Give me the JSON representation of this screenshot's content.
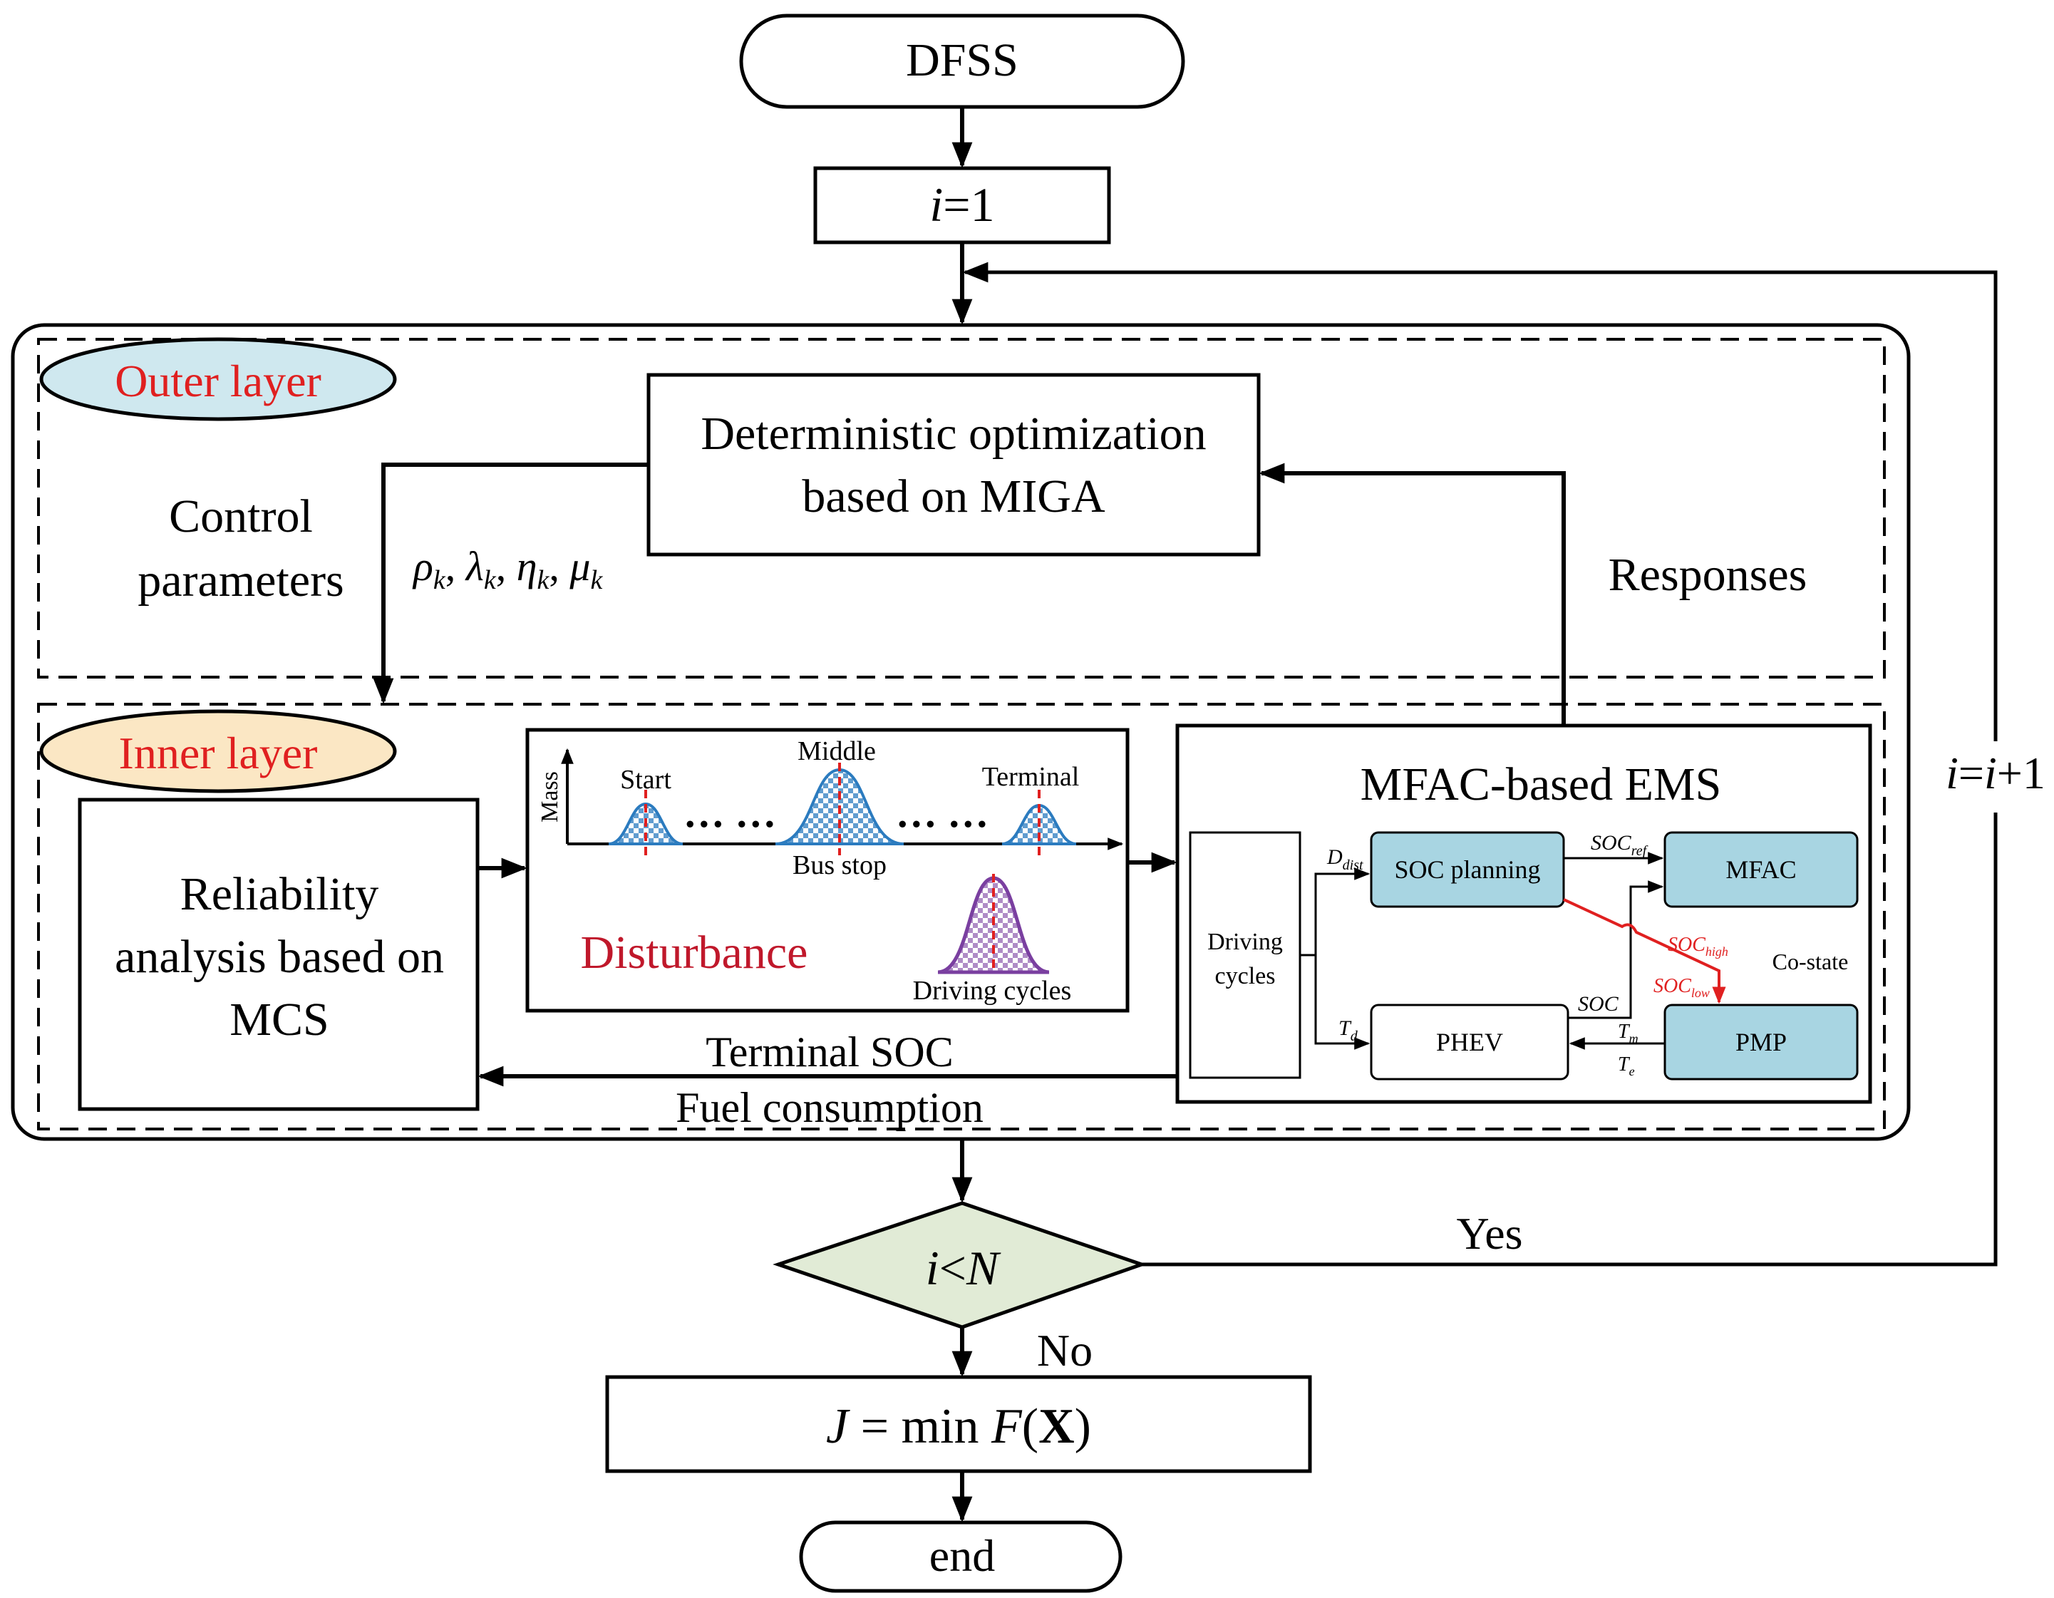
{
  "start": {
    "label": "DFSS"
  },
  "init": {
    "var": "i",
    "rest": "=1"
  },
  "outer_layer": {
    "badge": "Outer layer",
    "optimizer": {
      "line1": "Deterministic optimization",
      "line2": "based on MIGA"
    },
    "control_params": {
      "line1": "Control",
      "line2": "parameters"
    },
    "params": [
      {
        "sym": "ρ",
        "sub": "k",
        "sep": ", "
      },
      {
        "sym": "λ",
        "sub": "k",
        "sep": ", "
      },
      {
        "sym": "η",
        "sub": "k",
        "sep": ", "
      },
      {
        "sym": "μ",
        "sub": "k",
        "sep": ""
      }
    ],
    "responses": "Responses"
  },
  "inner_layer": {
    "badge": "Inner layer",
    "reliability": {
      "line1": "Reliability",
      "line2": "analysis based on",
      "line3": "MCS"
    },
    "disturbance": {
      "axis_label": "Mass",
      "start": "Start",
      "middle": "Middle",
      "terminal": "Terminal",
      "bus_stop": "Bus stop",
      "dots": "… …",
      "title": "Disturbance",
      "driving_cycles": "Driving cycles"
    },
    "ems": {
      "title": "MFAC-based EMS",
      "driving_cycles": {
        "line1": "Driving",
        "line2": "cycles"
      },
      "soc_planning": "SOC planning",
      "mfac": "MFAC",
      "phev": "PHEV",
      "pmp": "PMP",
      "co_state": "Co-state",
      "d_dist": {
        "main": "D",
        "sub": "dist"
      },
      "t_d": {
        "main": "T",
        "sub": "d"
      },
      "soc_ref": {
        "main": "SOC",
        "sub": "ref"
      },
      "soc_high": {
        "main": "SOC",
        "sub": "high"
      },
      "soc_low": {
        "main": "SOC",
        "sub": "low"
      },
      "soc": "SOC",
      "t_m": {
        "main": "T",
        "sub": "m"
      },
      "t_e": {
        "main": "T",
        "sub": "e"
      }
    },
    "terminal_soc": "Terminal SOC",
    "fuel_consumption": "Fuel consumption"
  },
  "loop": {
    "label_a": "i",
    "label_b": "=",
    "label_c": "i",
    "label_d": "+1"
  },
  "decision": {
    "var": "i",
    "op": "<",
    "limit": "N",
    "yes": "Yes",
    "no": "No"
  },
  "objective": {
    "J": "J",
    "eq": " = min ",
    "F": "F",
    "open": "(",
    "X": "X",
    "close": ")"
  },
  "end": {
    "label": "end"
  },
  "colors": {
    "outer_badge": "#cfe8ef",
    "inner_badge": "#fbe7c4",
    "badge_text": "#e02020",
    "block_fill": "#a8d5e2",
    "diamond_fill": "#e1ebd6",
    "disturbance_text": "#c0182b",
    "gauss_blue": "#2b7bbf",
    "gauss_purple": "#7a3fa0",
    "red_line": "#e02020"
  }
}
